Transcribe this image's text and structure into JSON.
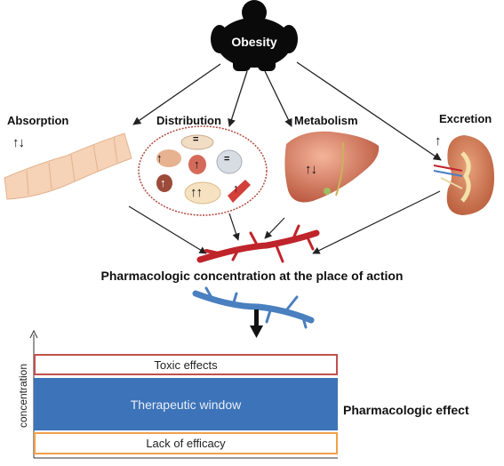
{
  "center": {
    "label": "Obesity"
  },
  "pk": {
    "absorption": {
      "label": "Absorption",
      "effect": "↑↓"
    },
    "distribution": {
      "label": "Distribution"
    },
    "metabolism": {
      "label": "Metabolism",
      "effect": "↑↓"
    },
    "excretion": {
      "label": "Excretion",
      "effect": "↑"
    }
  },
  "distribution_organs": {
    "brain": "=",
    "lungs": "=",
    "heart": "↑",
    "liver": "↑",
    "kidney": "↑",
    "stomach": "↑↑",
    "muscle": "↑"
  },
  "site": {
    "label": "Pharmacologic concentration at the place of action"
  },
  "effects": {
    "axis_label": "concentration",
    "toxic": "Toxic effects",
    "therapeutic": "Therapeutic window",
    "lack": "Lack of efficacy",
    "title": "Pharmacologic effect"
  },
  "colors": {
    "silhouette": "#0a0a0a",
    "toxic_border": "#c0504d",
    "therapeutic_fill": "#3d73b8",
    "lack_border": "#f0a04a",
    "artery": "#c0242b",
    "vein": "#4a7fc0",
    "liver": "#d8826a",
    "gut": "#f6d2b6"
  }
}
